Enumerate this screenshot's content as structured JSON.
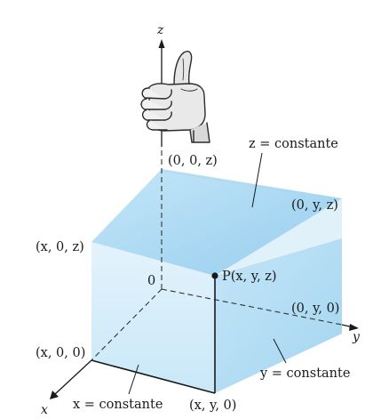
{
  "axes": {
    "x": "x",
    "y": "y",
    "z": "z"
  },
  "origin_label": "0",
  "points": {
    "p": "P(x, y, z)",
    "x00": "(x, 0, 0)",
    "x0z": "(x, 0, z)",
    "xy0": "(x, y, 0)",
    "zaxis": "(0, 0, z)",
    "yaxis": "(0, y, 0)",
    "yz": "(0, y, z)"
  },
  "planes": {
    "z_const": "z = constante",
    "y_const": "y = constante",
    "x_const": "x = constante"
  },
  "colors": {
    "top": "#a9d7f2",
    "front": "#d7eefa",
    "right": "#b6def4",
    "edge": "#1a1a1a",
    "hand": "#e8e8e8"
  }
}
